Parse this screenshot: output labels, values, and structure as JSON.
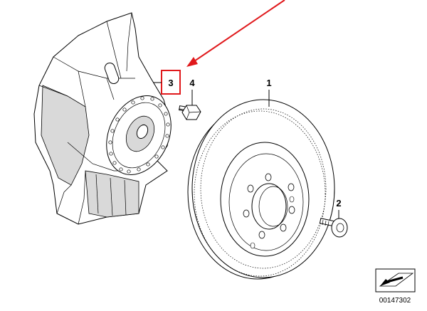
{
  "callouts": {
    "part_1": "1",
    "part_2": "2",
    "part_3": "3",
    "part_4": "4"
  },
  "highlight_color": "#e0191c",
  "arrow_color": "#e0191c",
  "drawing_number": "00147302",
  "icons": [
    "arrow-pointer-icon",
    "view-direction-icon"
  ]
}
